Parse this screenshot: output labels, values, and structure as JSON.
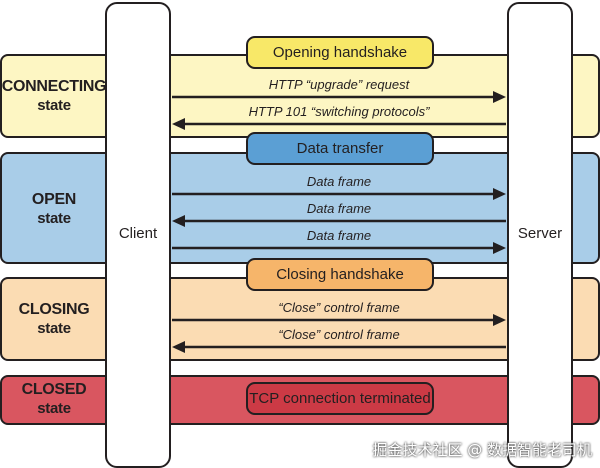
{
  "states": [
    {
      "name": "CONNECTING",
      "sub": "state",
      "fill": "#fdf6c3"
    },
    {
      "name": "OPEN",
      "sub": "state",
      "fill": "#a9cde8"
    },
    {
      "name": "CLOSING",
      "sub": "state",
      "fill": "#fbdcb3"
    },
    {
      "name": "CLOSED",
      "sub": "state",
      "fill": "#d95660"
    }
  ],
  "client_label": "Client",
  "server_label": "Server",
  "phases": {
    "opening": {
      "label": "Opening handshake",
      "fill": "#f8e868"
    },
    "data": {
      "label": "Data transfer",
      "fill": "#5b9fd4"
    },
    "closing": {
      "label": "Closing handshake",
      "fill": "#f6b56a"
    },
    "closed": {
      "label": "TCP connection terminated",
      "fill": "#cc3a45"
    }
  },
  "messages": [
    {
      "label": "HTTP “upgrade” request",
      "direction": "client-to-server"
    },
    {
      "label": "HTTP 101 “switching protocols”",
      "direction": "server-to-client"
    },
    {
      "label": "Data frame",
      "direction": "client-to-server"
    },
    {
      "label": "Data frame",
      "direction": "server-to-client"
    },
    {
      "label": "Data frame",
      "direction": "client-to-server"
    },
    {
      "label": "“Close” control frame",
      "direction": "client-to-server"
    },
    {
      "label": "“Close” control frame",
      "direction": "server-to-client"
    }
  ],
  "watermark": "掘金技术社区 @ 数据智能老司机"
}
